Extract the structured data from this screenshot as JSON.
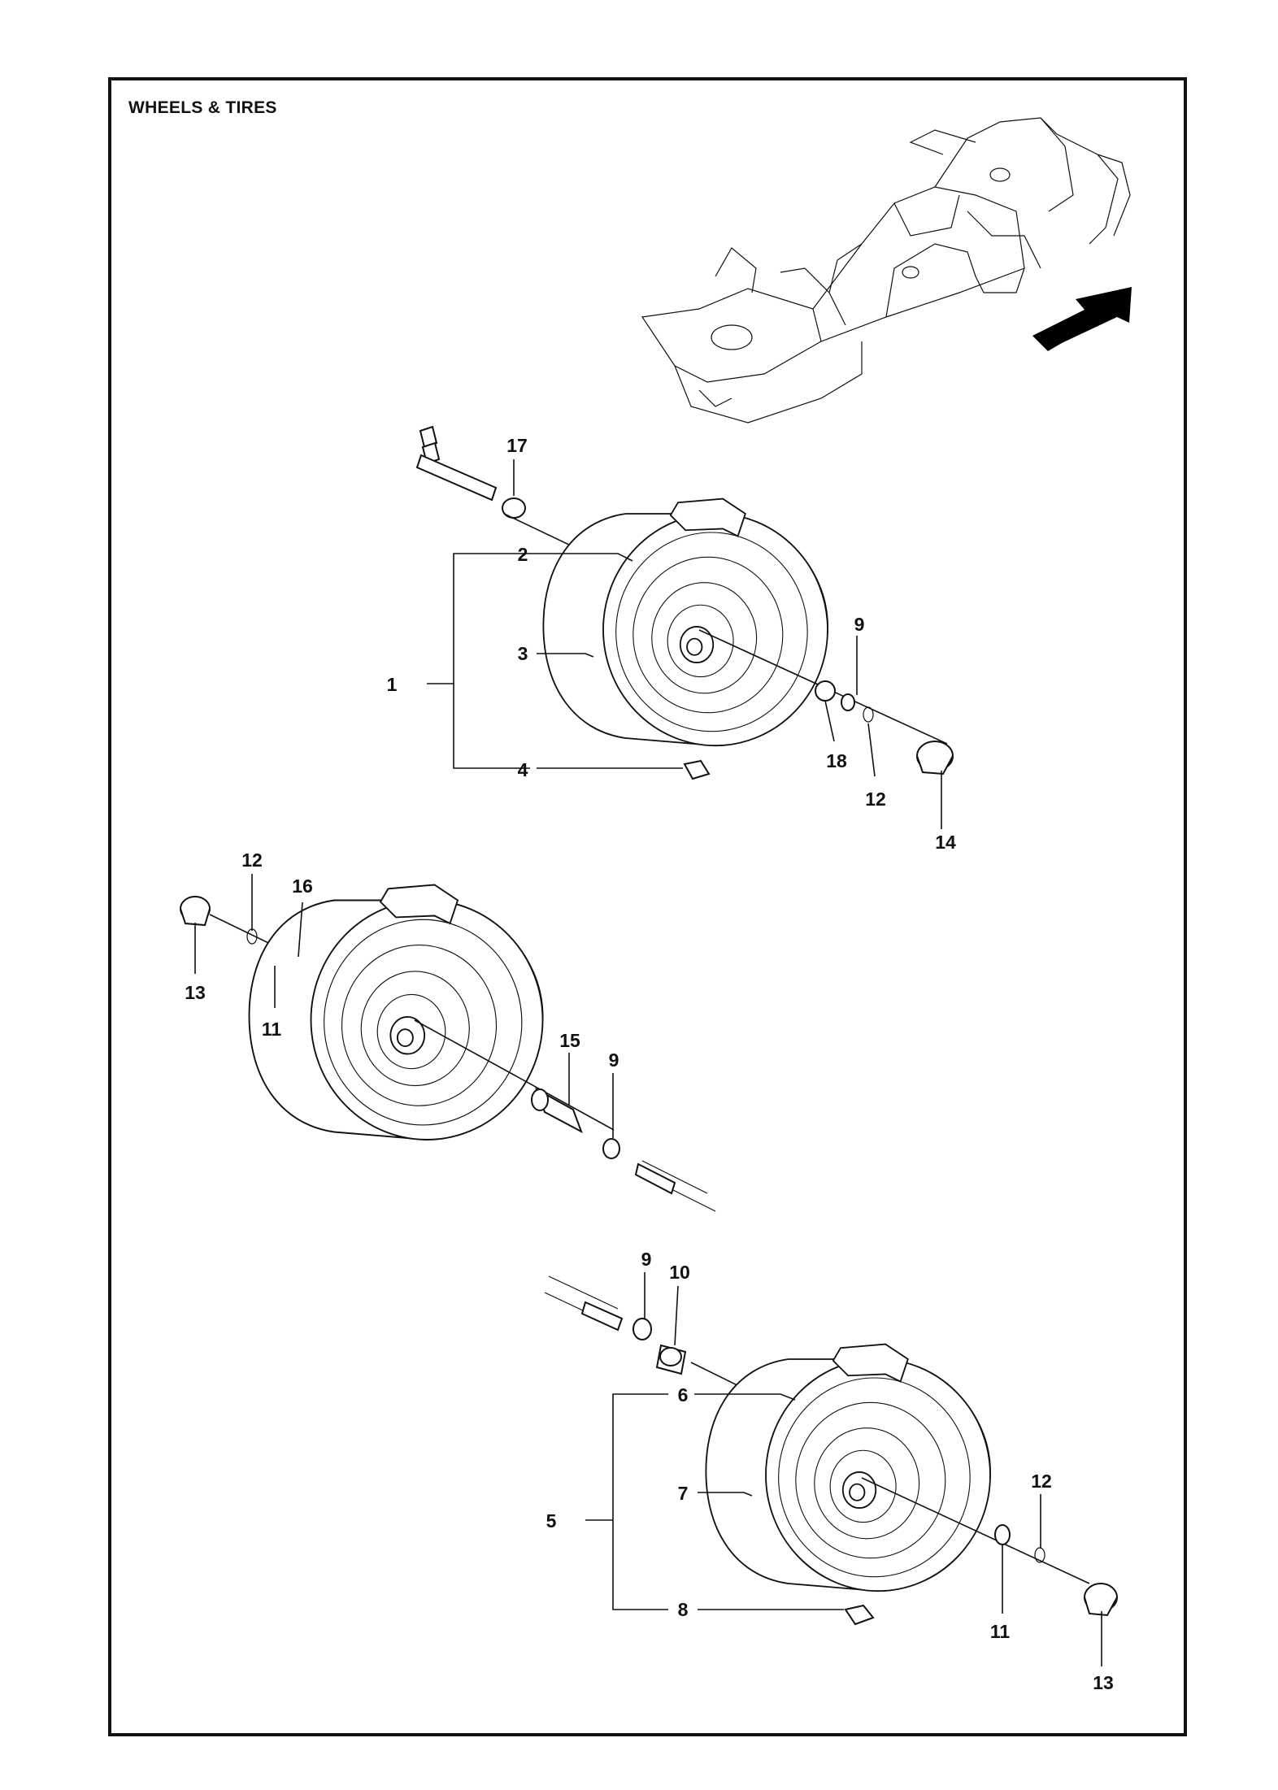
{
  "title": "WHEELS & TIRES",
  "callouts": {
    "front_right": [
      {
        "id": "c17a",
        "text": "17"
      },
      {
        "id": "c2",
        "text": "2"
      },
      {
        "id": "c3",
        "text": "3"
      },
      {
        "id": "c1",
        "text": "1"
      },
      {
        "id": "c4",
        "text": "4"
      },
      {
        "id": "c9a",
        "text": "9"
      },
      {
        "id": "c18",
        "text": "18"
      },
      {
        "id": "c12a",
        "text": "12"
      },
      {
        "id": "c14",
        "text": "14"
      }
    ],
    "rear_left": [
      {
        "id": "c12b",
        "text": "12"
      },
      {
        "id": "c16",
        "text": "16"
      },
      {
        "id": "c13a",
        "text": "13"
      },
      {
        "id": "c11a",
        "text": "11"
      },
      {
        "id": "c15",
        "text": "15"
      },
      {
        "id": "c9b",
        "text": "9"
      }
    ],
    "rear_right": [
      {
        "id": "c9c",
        "text": "9"
      },
      {
        "id": "c10",
        "text": "10"
      },
      {
        "id": "c6",
        "text": "6"
      },
      {
        "id": "c7",
        "text": "7"
      },
      {
        "id": "c5",
        "text": "5"
      },
      {
        "id": "c8",
        "text": "8"
      },
      {
        "id": "c12c",
        "text": "12"
      },
      {
        "id": "c11b",
        "text": "11"
      },
      {
        "id": "c13b",
        "text": "13"
      }
    ]
  },
  "icons": {
    "direction": "arrow-up-right-icon",
    "frame": "tractor-frame-icon"
  }
}
